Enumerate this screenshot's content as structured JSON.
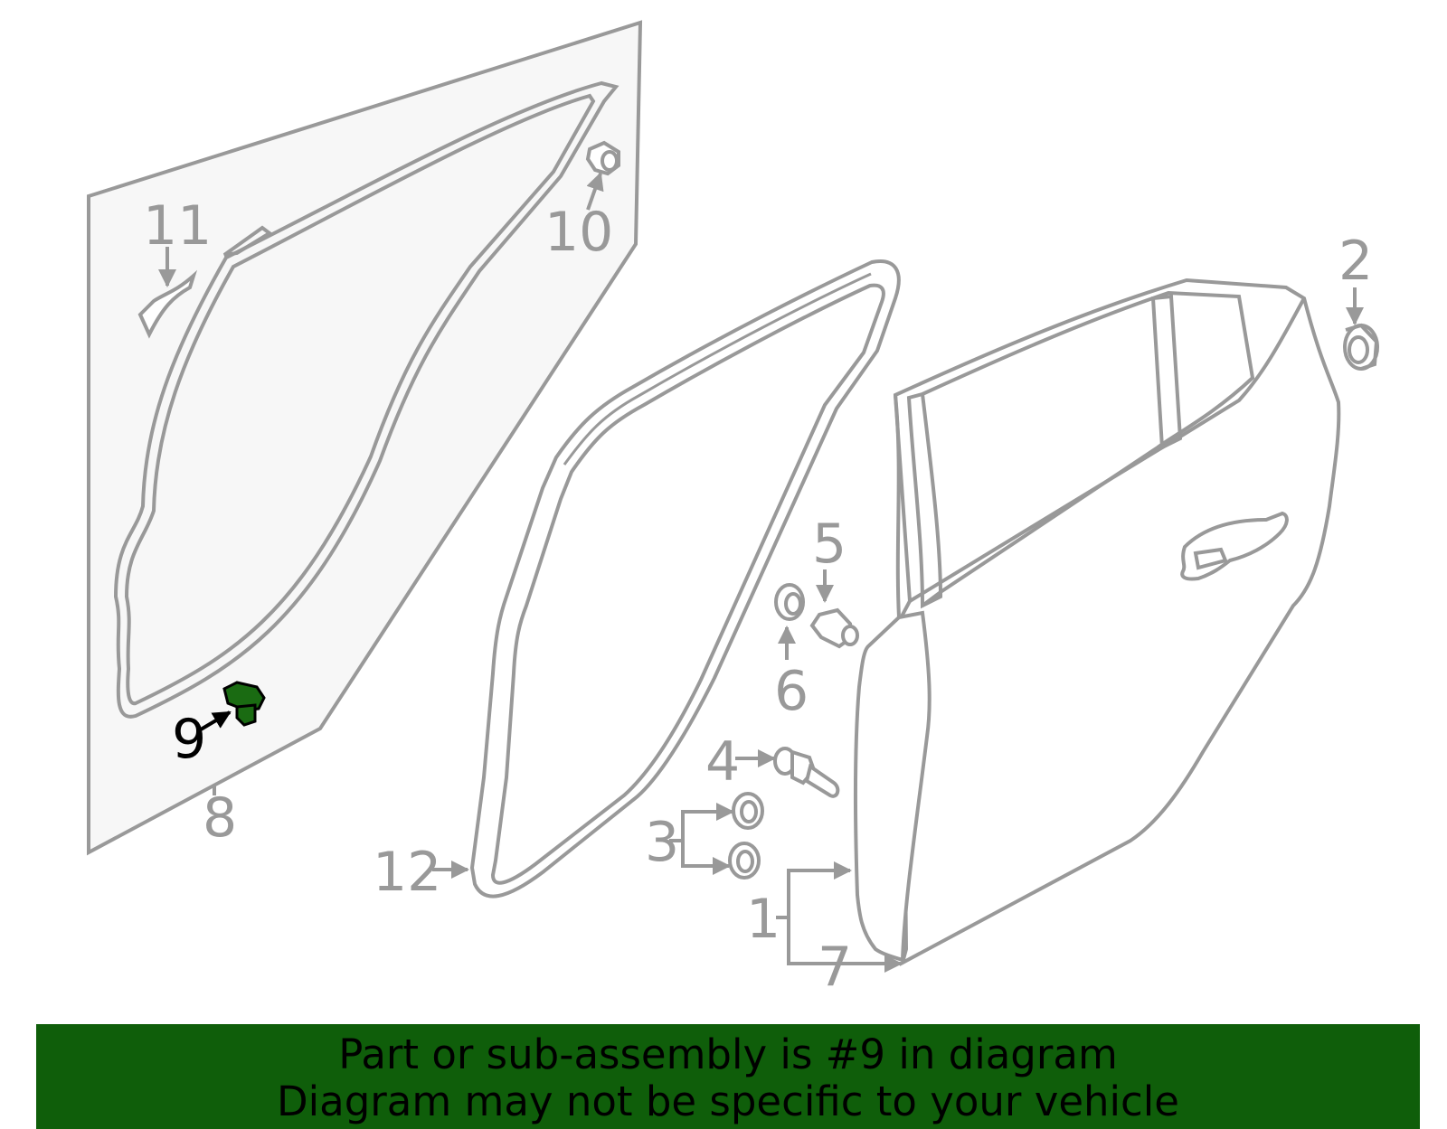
{
  "colors": {
    "line": "#999999",
    "panel_fill": "#f7f7f7",
    "highlight": "#1a6b12",
    "highlight_text": "#000000",
    "banner_bg": "#0f5e0a",
    "banner_text": "#000000"
  },
  "callouts": {
    "c1": "1",
    "c2": "2",
    "c3": "3",
    "c4": "4",
    "c5": "5",
    "c6": "6",
    "c7": "7",
    "c8": "8",
    "c9": "9",
    "c10": "10",
    "c11": "11",
    "c12": "12"
  },
  "highlighted_part": "9",
  "banner": {
    "line1": "Part or sub-assembly is #9 in diagram",
    "line2": "Diagram may not be specific to your vehicle"
  }
}
